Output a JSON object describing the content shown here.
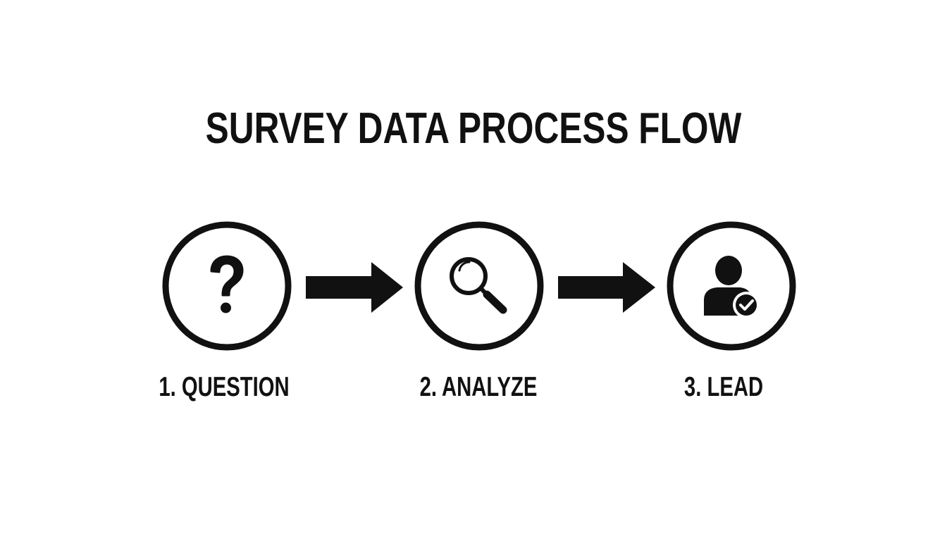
{
  "title": "SURVEY DATA PROCESS FLOW",
  "colors": {
    "background": "#ffffff",
    "foreground": "#111111"
  },
  "steps": [
    {
      "number": 1,
      "label": "1. QUESTION",
      "icon": "question-mark-icon"
    },
    {
      "number": 2,
      "label": "2. ANALYZE",
      "icon": "magnifying-glass-icon"
    },
    {
      "number": 3,
      "label": "3. LEAD",
      "icon": "user-check-icon"
    }
  ],
  "connectors": [
    {
      "from": 1,
      "to": 2,
      "icon": "arrow-right-icon"
    },
    {
      "from": 2,
      "to": 3,
      "icon": "arrow-right-icon"
    }
  ]
}
